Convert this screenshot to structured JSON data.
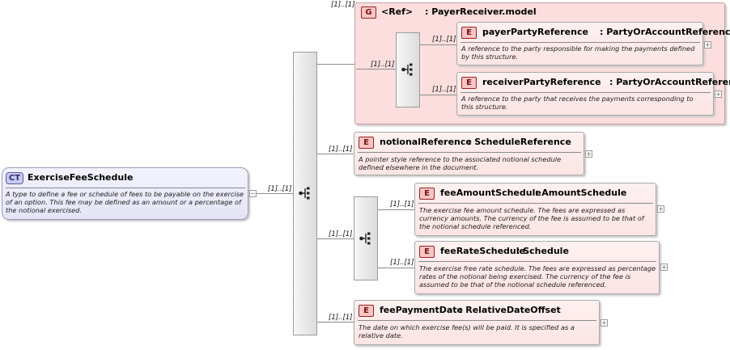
{
  "root": {
    "badge": "CT",
    "name": "ExerciseFeeSchedule",
    "description": "A type to define a fee or schedule of fees to be payable on the exercise of an option. This fee may be defined as an amount or a percentage of the notional exercised.",
    "cardinality": "[1]..[1]",
    "collapse_glyph": "−"
  },
  "group": {
    "badge": "G",
    "label": "<Ref>",
    "name": ": PayerReceiver.model",
    "cardinality": "[1]..[1]",
    "inner_cardinality": "[1]..[1]"
  },
  "elements": {
    "payer": {
      "badge": "E",
      "name": "payerPartyReference",
      "type": ": PartyOrAccountReference",
      "description": "A reference to the party responsible for making the payments defined by this structure.",
      "cardinality": "[1]..[1]"
    },
    "receiver": {
      "badge": "E",
      "name": "receiverPartyReference",
      "type": ": PartyOrAccountReference",
      "description": "A reference to the party that receives the payments corresponding to this structure.",
      "cardinality": "[1]..[1]"
    },
    "notional": {
      "badge": "E",
      "name": "notionalReference",
      "type": ": ScheduleReference",
      "description": "A pointer style reference to the associated notional schedule defined elsewhere in the document.",
      "cardinality": "[1]..[1]"
    },
    "choice_cardinality": "[1]..[1]",
    "feeAmount": {
      "badge": "E",
      "name": "feeAmountSchedule",
      "type": ": AmountSchedule",
      "description": "The exercise fee amount schedule. The fees are expressed as currency amounts. The currency of the fee is assumed to be that of the notional schedule referenced.",
      "cardinality": "[1]..[1]"
    },
    "feeRate": {
      "badge": "E",
      "name": "feeRateSchedule",
      "type": ": Schedule",
      "description": "The exercise free rate schedule. The fees are expressed as percentage rates of the notional being exercised. The currency of the fee is assumed to be that of the notional schedule referenced.",
      "cardinality": "[1]..[1]"
    },
    "payment": {
      "badge": "E",
      "name": "feePaymentDate",
      "type": ": RelativeDateOffset",
      "description": "The date on which exercise fee(s) will be paid. It is specified as a relative date.",
      "cardinality": "[1]..[1]"
    }
  },
  "expand_glyph": "+",
  "icons": {
    "sequence": "sequence-icon",
    "expand": "plus-icon",
    "collapse": "minus-icon"
  }
}
